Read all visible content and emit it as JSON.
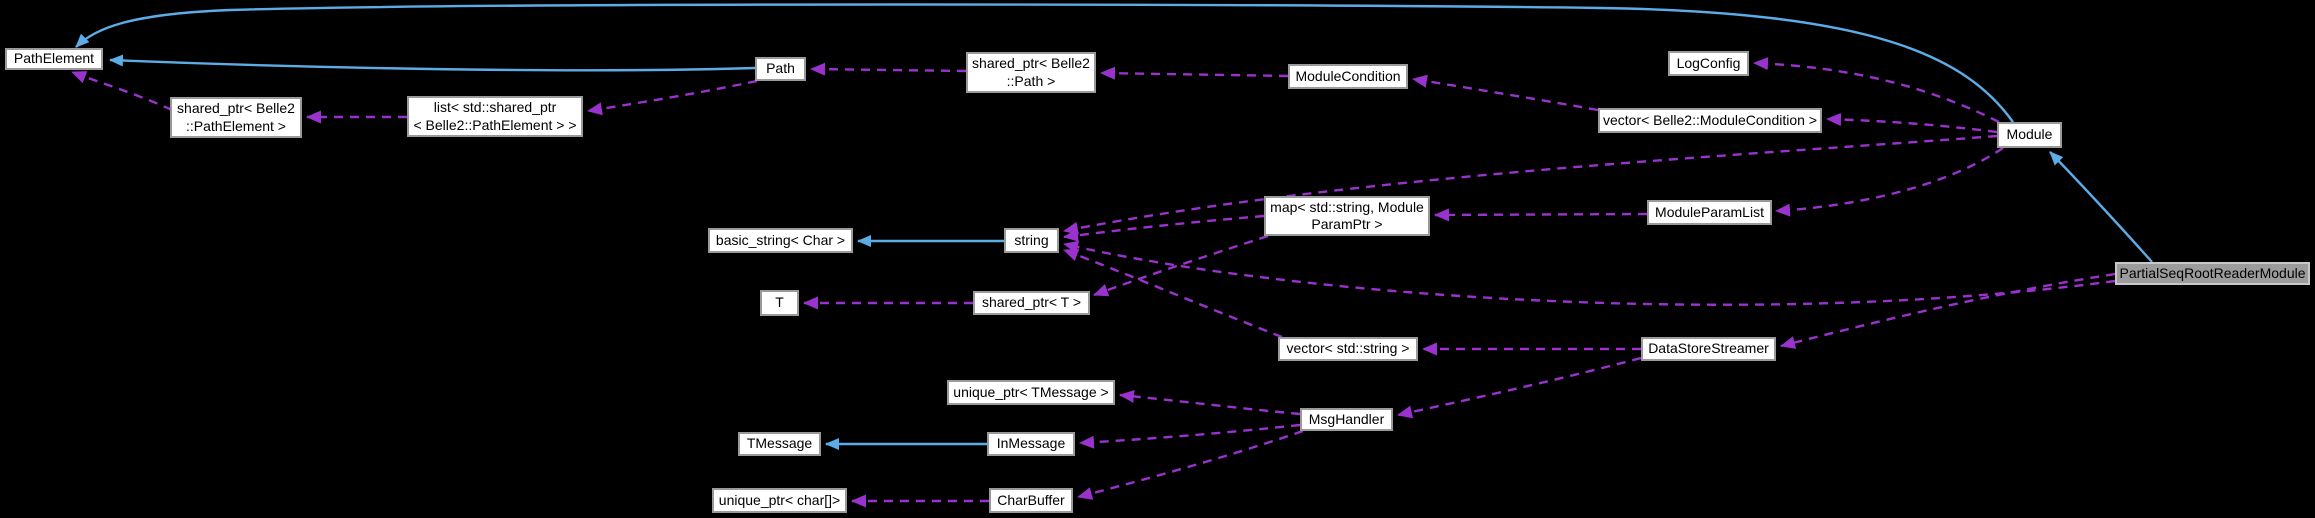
{
  "diagram": {
    "type": "collaboration-graph",
    "current_node": "PartialSeqRootReaderModule"
  },
  "colors": {
    "background": "#000000",
    "node_background": "#ffffff",
    "node_border": "#9a9a9a",
    "node_text": "#000000",
    "current_node_background": "#9c9c9c",
    "current_node_border": "#c8c8c8",
    "inheritance_edge": "#5cace8",
    "usage_edge": "#9a32cd"
  },
  "nodes": {
    "pathelement": {
      "label": "PathElement"
    },
    "shared_ptr_pathelement": {
      "label": "shared_ptr< Belle2\n::PathElement >"
    },
    "list_shared_ptr_pathelement": {
      "label": "list< std::shared_ptr\n< Belle2::PathElement > >"
    },
    "path": {
      "label": "Path"
    },
    "shared_ptr_path": {
      "label": "shared_ptr< Belle2\n::Path >"
    },
    "modulecondition": {
      "label": "ModuleCondition"
    },
    "logconfig": {
      "label": "LogConfig"
    },
    "vector_modulecondition": {
      "label": "vector< Belle2::ModuleCondition >"
    },
    "module": {
      "label": "Module"
    },
    "partialseqrootreadermodule": {
      "label": "PartialSeqRootReaderModule"
    },
    "basic_string_char": {
      "label": "basic_string< Char >"
    },
    "string": {
      "label": "string"
    },
    "map_string_moduleparamptr": {
      "label": "map< std::string, Module\nParamPtr >"
    },
    "moduleparamlist": {
      "label": "ModuleParamList"
    },
    "t": {
      "label": "T"
    },
    "shared_ptr_t": {
      "label": "shared_ptr< T >"
    },
    "vector_string": {
      "label": "vector< std::string >"
    },
    "datastorestreamer": {
      "label": "DataStoreStreamer"
    },
    "unique_ptr_tmessage": {
      "label": "unique_ptr< TMessage >"
    },
    "msghandler": {
      "label": "MsgHandler"
    },
    "tmessage": {
      "label": "TMessage"
    },
    "inmessage": {
      "label": "InMessage"
    },
    "unique_ptr_char": {
      "label": "unique_ptr< char[]>"
    },
    "charbuffer": {
      "label": "CharBuffer"
    }
  },
  "edges": [
    {
      "from": "Path",
      "to": "PathElement",
      "type": "inheritance"
    },
    {
      "from": "Module",
      "to": "PathElement",
      "type": "inheritance"
    },
    {
      "from": "PartialSeqRootReaderModule",
      "to": "Module",
      "type": "inheritance"
    },
    {
      "from": "string",
      "to": "basic_string< Char >",
      "type": "inheritance"
    },
    {
      "from": "InMessage",
      "to": "TMessage",
      "type": "inheritance"
    },
    {
      "from": "shared_ptr< Belle2::PathElement >",
      "to": "PathElement",
      "type": "usage"
    },
    {
      "from": "list< std::shared_ptr< Belle2::PathElement > >",
      "to": "shared_ptr< Belle2::PathElement >",
      "type": "usage"
    },
    {
      "from": "Path",
      "to": "list< std::shared_ptr< Belle2::PathElement > >",
      "type": "usage"
    },
    {
      "from": "shared_ptr< Belle2::Path >",
      "to": "Path",
      "type": "usage"
    },
    {
      "from": "ModuleCondition",
      "to": "shared_ptr< Belle2::Path >",
      "type": "usage"
    },
    {
      "from": "vector< Belle2::ModuleCondition >",
      "to": "ModuleCondition",
      "type": "usage"
    },
    {
      "from": "Module",
      "to": "vector< Belle2::ModuleCondition >",
      "type": "usage"
    },
    {
      "from": "Module",
      "to": "LogConfig",
      "type": "usage"
    },
    {
      "from": "ModuleParamList",
      "to": "map< std::string, ModuleParamPtr >",
      "type": "usage"
    },
    {
      "from": "Module",
      "to": "ModuleParamList",
      "type": "usage"
    },
    {
      "from": "map< std::string, ModuleParamPtr >",
      "to": "string",
      "type": "usage"
    },
    {
      "from": "Module",
      "to": "string",
      "type": "usage"
    },
    {
      "from": "vector< std::string >",
      "to": "string",
      "type": "usage"
    },
    {
      "from": "PartialSeqRootReaderModule",
      "to": "string",
      "type": "usage"
    },
    {
      "from": "map< std::string, ModuleParamPtr >",
      "to": "shared_ptr< T >",
      "type": "usage"
    },
    {
      "from": "shared_ptr< T >",
      "to": "T",
      "type": "usage"
    },
    {
      "from": "DataStoreStreamer",
      "to": "vector< std::string >",
      "type": "usage"
    },
    {
      "from": "PartialSeqRootReaderModule",
      "to": "DataStoreStreamer",
      "type": "usage"
    },
    {
      "from": "DataStoreStreamer",
      "to": "MsgHandler",
      "type": "usage"
    },
    {
      "from": "MsgHandler",
      "to": "unique_ptr< TMessage >",
      "type": "usage"
    },
    {
      "from": "MsgHandler",
      "to": "InMessage",
      "type": "usage"
    },
    {
      "from": "MsgHandler",
      "to": "CharBuffer",
      "type": "usage"
    },
    {
      "from": "CharBuffer",
      "to": "unique_ptr< char[]>",
      "type": "usage"
    }
  ]
}
